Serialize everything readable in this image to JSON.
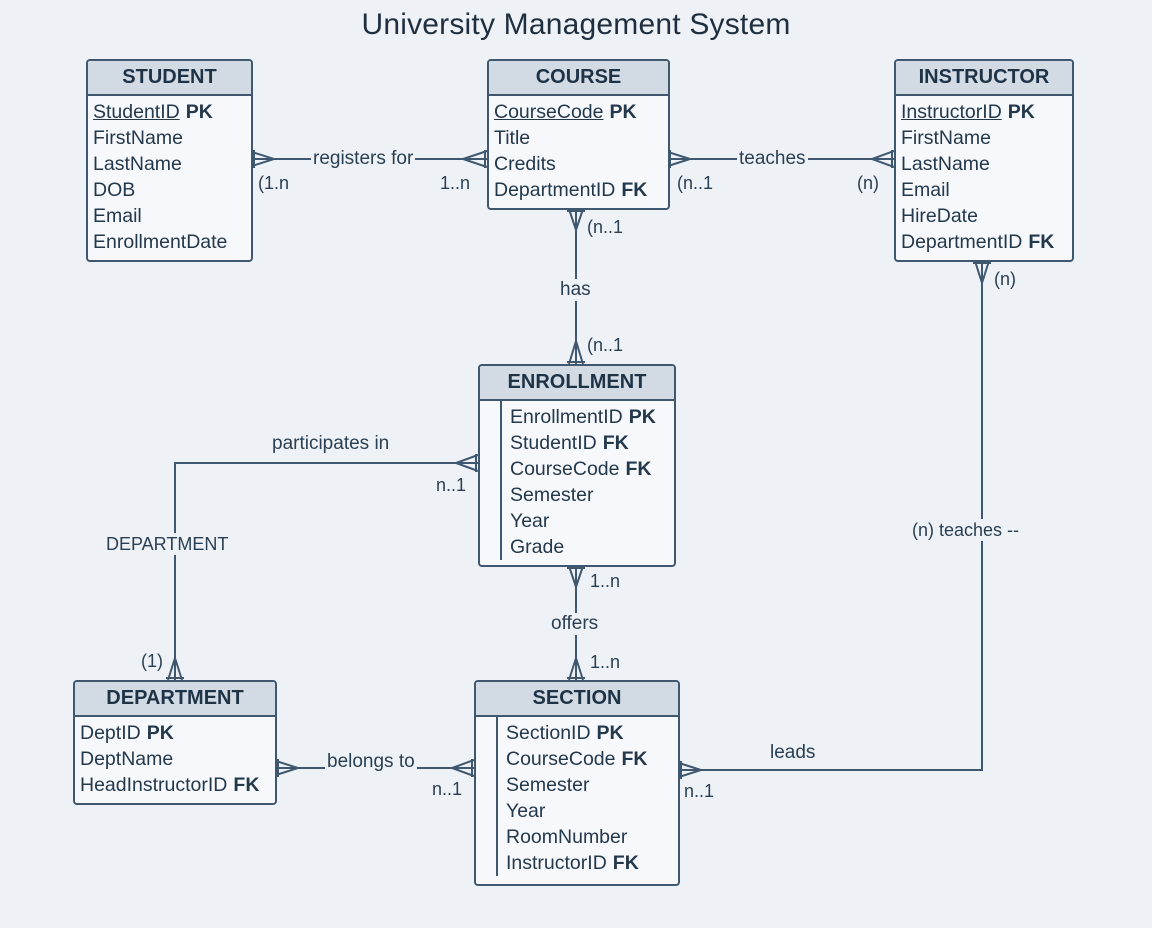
{
  "title": "University Management System",
  "entities": {
    "student": {
      "name": "STUDENT",
      "attributes": [
        {
          "name": "StudentID",
          "key": "PK",
          "pk": true
        },
        {
          "name": "FirstName",
          "key": ""
        },
        {
          "name": "LastName",
          "key": ""
        },
        {
          "name": "DOB",
          "key": ""
        },
        {
          "name": "Email",
          "key": ""
        },
        {
          "name": "EnrollmentDate",
          "key": ""
        }
      ]
    },
    "course": {
      "name": "COURSE",
      "attributes": [
        {
          "name": "CourseCode",
          "key": "PK",
          "pk": true
        },
        {
          "name": "Title",
          "key": ""
        },
        {
          "name": "Credits",
          "key": ""
        },
        {
          "name": "DepartmentID",
          "key": "FK"
        }
      ]
    },
    "instructor": {
      "name": "INSTRUCTOR",
      "attributes": [
        {
          "name": "InstructorID",
          "key": "PK",
          "pk": true
        },
        {
          "name": "FirstName",
          "key": ""
        },
        {
          "name": "LastName",
          "key": ""
        },
        {
          "name": "Email",
          "key": ""
        },
        {
          "name": "HireDate",
          "key": ""
        },
        {
          "name": "DepartmentID",
          "key": "FK"
        }
      ]
    },
    "enrollment": {
      "name": "ENROLLMENT",
      "attributes": [
        {
          "name": "EnrollmentID",
          "key": "PK"
        },
        {
          "name": "StudentID",
          "key": "FK"
        },
        {
          "name": "CourseCode",
          "key": "FK"
        },
        {
          "name": "Semester",
          "key": ""
        },
        {
          "name": "Year",
          "key": ""
        },
        {
          "name": "Grade",
          "key": ""
        }
      ]
    },
    "department": {
      "name": "DEPARTMENT",
      "attributes": [
        {
          "name": "DeptID",
          "key": "PK"
        },
        {
          "name": "DeptName",
          "key": ""
        },
        {
          "name": "HeadInstructorID",
          "key": "FK"
        }
      ]
    },
    "section": {
      "name": "SECTION",
      "attributes": [
        {
          "name": "SectionID",
          "key": "PK"
        },
        {
          "name": "CourseCode",
          "key": "FK"
        },
        {
          "name": "Semester",
          "key": ""
        },
        {
          "name": "Year",
          "key": ""
        },
        {
          "name": "RoomNumber",
          "key": ""
        },
        {
          "name": "InstructorID",
          "key": "FK"
        }
      ]
    }
  },
  "relationships": {
    "registers_for": {
      "label": "registers for",
      "card_left": "(1.n",
      "card_right": "1..n"
    },
    "teaches": {
      "label": "teaches",
      "card_left": "(n..1",
      "card_right": "(n)"
    },
    "has": {
      "label": "has",
      "card_top": "(n..1",
      "card_bottom": "(n..1"
    },
    "participates_in": {
      "label": "participates in",
      "card_right": "n..1"
    },
    "department_link": {
      "label": "DEPARTMENT",
      "card_bottom": "(1)"
    },
    "offers": {
      "label": "offers",
      "card_top": "1..n",
      "card_bottom": "1..n"
    },
    "belongs_to": {
      "label": "belongs to",
      "card_right": "n..1"
    },
    "leads": {
      "label": "leads",
      "card_left": "n..1"
    },
    "instructor_teaches": {
      "label": "(n) teaches --",
      "card_top": "(n)"
    }
  },
  "colors": {
    "line": "#3f5870",
    "header": "#d2dbe4",
    "background": "#eef2f6"
  }
}
